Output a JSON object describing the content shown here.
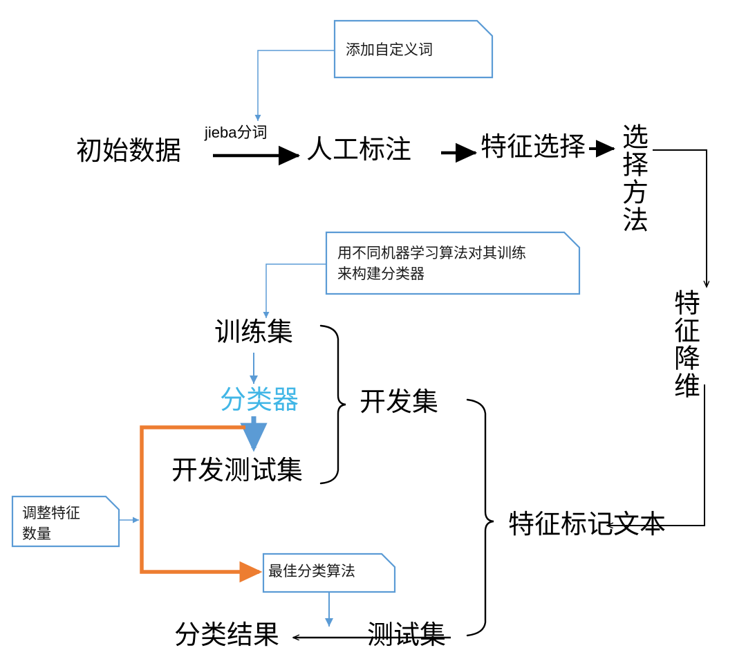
{
  "diagram": {
    "title": "文本分类流程图",
    "colors": {
      "callout_border": "#5b9bd5",
      "blue_arrow": "#5b9bd5",
      "cyan_text": "#41b6e6",
      "orange_path": "#ed7d31",
      "black_arrow": "#000000",
      "background": "#ffffff"
    }
  },
  "nodes": {
    "initial_data": "初始数据",
    "manual_label": "人工标注",
    "feature_select": "特征选择",
    "select_method": "选择方法",
    "feature_reduce": "特征降维",
    "feature_marked_text": "特征标记文本",
    "train_set": "训练集",
    "classifier": "分类器",
    "dev_test_set": "开发测试集",
    "dev_set": "开发集",
    "test_set": "测试集",
    "classify_result": "分类结果"
  },
  "edge_labels": {
    "jieba": "jieba分词"
  },
  "callouts": {
    "add_custom_words": "添加自定义词",
    "train_classifier": "用不同机器学习算法对其训练\n来构建分类器",
    "adjust_feature_count": "调整特征\n数量",
    "best_algorithm": "最佳分类算法"
  }
}
